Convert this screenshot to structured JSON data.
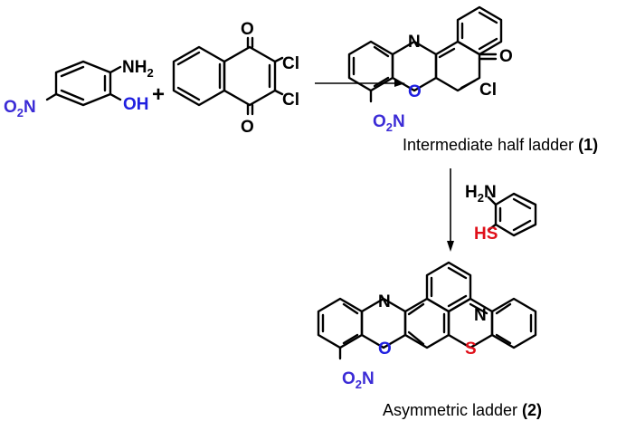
{
  "colors": {
    "black": "#000000",
    "nitro": "#3b2bd6",
    "heteroatom_blue": "#2020e0",
    "heteroatom_red": "#e0101a"
  },
  "labels": {
    "nh2": "NH",
    "nh2_sub": "2",
    "oh": "OH",
    "no2": "O",
    "no2_sub": "2",
    "no2_n": "N",
    "plus": "+",
    "o": "O",
    "cl": "Cl",
    "n": "N",
    "s": "S",
    "h2": "H",
    "h2_sub": "2",
    "h2n_n": "N",
    "hs": "HS"
  },
  "captions": {
    "intermediate_text": "Intermediate half ladder ",
    "intermediate_num": "(1)",
    "ladder_text": "Asymmetric ladder ",
    "ladder_num": "(2)"
  }
}
